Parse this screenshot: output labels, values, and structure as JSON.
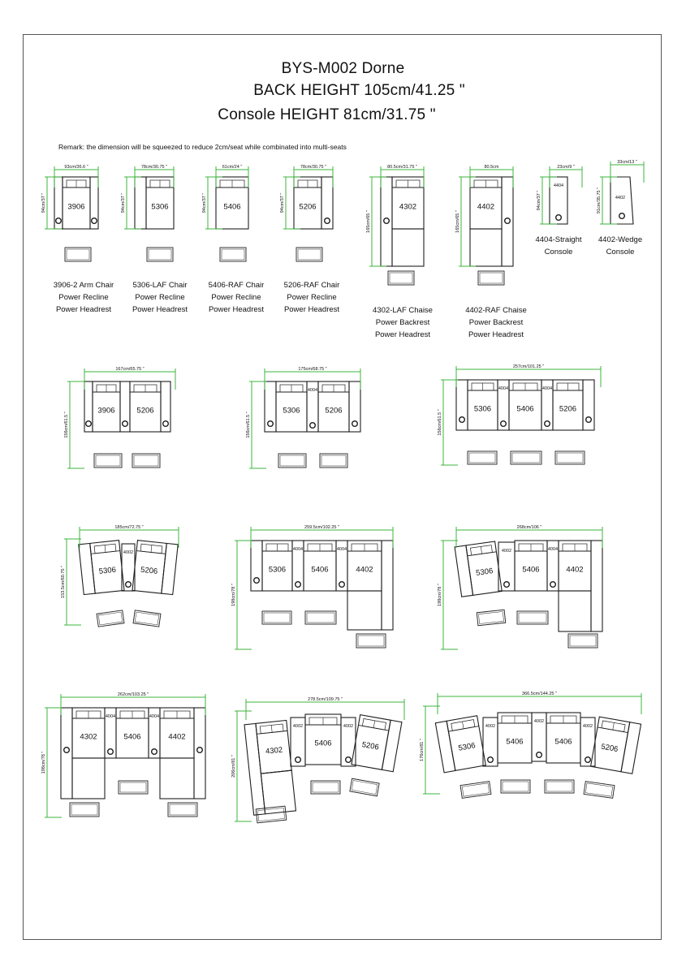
{
  "header": {
    "title_line1": "BYS-M002 Dorne",
    "title_line2": "BACK HEIGHT 105cm/41.25 \"",
    "title_line3": "Console HEIGHT 81cm/31.75 \""
  },
  "remark": "Remark: the dimension will be squeezed to reduce 2cm/seat while combinated into multi-seats",
  "colors": {
    "dimension_line": "#3cb43c",
    "outline": "#1e1e1e",
    "page_border": "#555555"
  },
  "units": [
    {
      "code": "3906",
      "width_dim": "93cm/36.6 \"",
      "depth_dim": "94cm/37 \"",
      "caption": [
        "3906-2 Arm Chair",
        "Power Recline",
        "Power Headrest"
      ]
    },
    {
      "code": "5306",
      "width_dim": "78cm/30.75 \"",
      "depth_dim": "94cm/37 \"",
      "caption": [
        "5306-LAF Chair",
        "Power Recline",
        "Power Headrest"
      ]
    },
    {
      "code": "5406",
      "width_dim": "61cm/24 \"",
      "depth_dim": "94cm/37 \"",
      "caption": [
        "5406-RAF Chair",
        "Power Recline",
        "Power Headrest"
      ]
    },
    {
      "code": "5206",
      "width_dim": "78cm/30.75 \"",
      "depth_dim": "94cm/37 \"",
      "caption": [
        "5206-RAF Chair",
        "Power Recline",
        "Power Headrest"
      ]
    },
    {
      "code": "4302",
      "width_dim": "80.5cm/31.75 \"",
      "depth_dim": "165cm/65 \"",
      "caption": [
        "4302-LAF Chaise",
        "Power Backrest",
        "Power Headrest"
      ]
    },
    {
      "code": "4402",
      "width_dim": "80.5cm",
      "depth_dim": "165cm/65 \"",
      "caption": [
        "4402-RAF Chaise",
        "Power Backrest",
        "Power Headrest"
      ]
    },
    {
      "code": "4404",
      "width_dim": "23cm/9 \"",
      "depth_dim": "94cm/37 \"",
      "caption": [
        "4404-Straight",
        "Console"
      ]
    },
    {
      "code": "4402",
      "width_dim": "33cm/13 \"",
      "depth_dim": "91cm/35.75 \"",
      "caption": [
        "4402-Wedge",
        "Console"
      ]
    }
  ],
  "combos": [
    {
      "width_dim": "167cm/65.75 \"",
      "depth_dim": "156cm/61.5 \"",
      "seats": [
        "3906",
        "5206"
      ],
      "consoles": []
    },
    {
      "width_dim": "175cm/68.75 \"",
      "depth_dim": "156cm/61.5 \"",
      "seats": [
        "5306",
        "5206"
      ],
      "consoles": [
        "4004"
      ]
    },
    {
      "width_dim": "257cm/101.25 \"",
      "depth_dim": "156cm/61.5 \"",
      "seats": [
        "5306",
        "5406",
        "5206"
      ],
      "consoles": [
        "4004",
        "4004"
      ]
    },
    {
      "width_dim": "185cm/72.75 \"",
      "depth_dim": "153.5cm/60.75 \"",
      "seats": [
        "5306",
        "5206"
      ],
      "consoles": [
        "4002"
      ]
    },
    {
      "width_dim": "259.5cm/102.25 \"",
      "depth_dim": "198cm/78 \"",
      "seats": [
        "5306",
        "5406",
        "4402"
      ],
      "consoles": [
        "4004",
        "4004"
      ]
    },
    {
      "width_dim": "268cm/106 \"",
      "depth_dim": "198cm/78 \"",
      "seats": [
        "5306",
        "5406",
        "4402"
      ],
      "consoles": [
        "4002",
        "4004"
      ]
    },
    {
      "width_dim": "262cm/103.25 \"",
      "depth_dim": "198cm/78 \"",
      "seats": [
        "4302",
        "5406",
        "4402"
      ],
      "consoles": [
        "4004",
        "4004"
      ]
    },
    {
      "width_dim": "278.5cm/109.75 \"",
      "depth_dim": "206cm/81 \"",
      "seats": [
        "4302",
        "5406",
        "5206"
      ],
      "consoles": [
        "4002",
        "4002"
      ]
    },
    {
      "width_dim": "366.5cm/144.25 \"",
      "depth_dim": "176cm/81 \"",
      "seats": [
        "5306",
        "5406",
        "5406",
        "5206"
      ],
      "consoles": [
        "4002",
        "4002",
        "4002"
      ]
    }
  ]
}
